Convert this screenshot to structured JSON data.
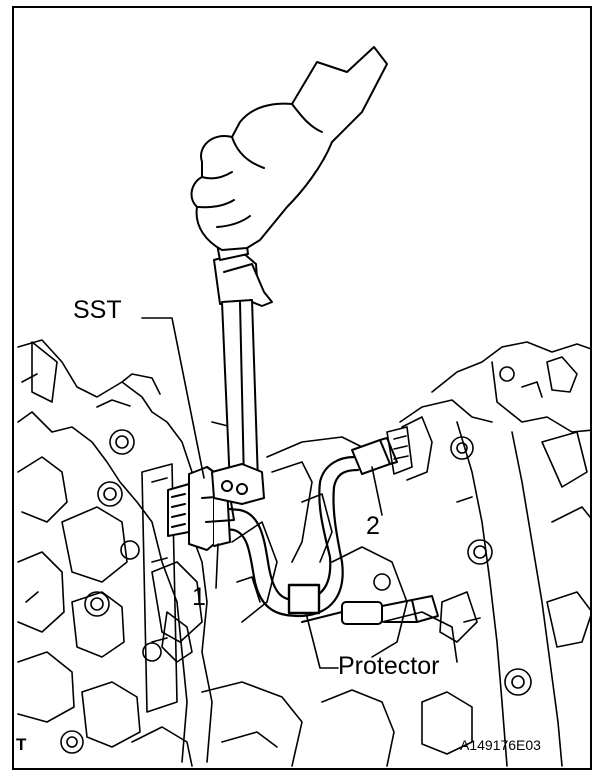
{
  "labels": {
    "sst": "SST",
    "callout_1": "1",
    "callout_2": "2",
    "protector": "Protector",
    "corner_mark": "T",
    "figure_code": "A149176E03"
  },
  "colors": {
    "line": "#000000",
    "background": "#ffffff"
  }
}
